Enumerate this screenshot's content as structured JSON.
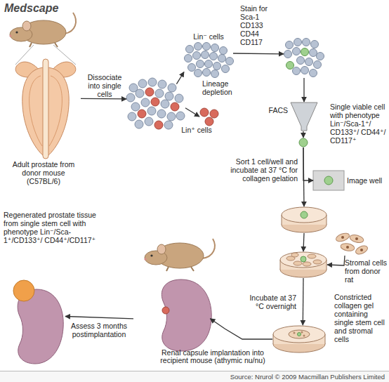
{
  "diagram": {
    "nodes": [
      {
        "text": [
          "Adult prostate from donor mouse (C57BL/6)"
        ]
      },
      {
        "text": []
      },
      {
        "text": [
          "Lin⁻ cells"
        ]
      },
      {
        "text": [
          "Lin⁺ cells"
        ]
      },
      {
        "text": []
      },
      {
        "text": [
          "FACS"
        ]
      },
      {
        "text": [
          "Single viable cell with phenotype Lin⁻/Sca-1⁺/ CD133⁺/ CD44⁺/ CD117⁺"
        ]
      },
      {
        "text": [
          "Image well"
        ]
      },
      {
        "text": []
      },
      {
        "text": [
          "Stromal cells from donor rat"
        ]
      },
      {
        "text": []
      },
      {
        "text": [
          "Constricted collagen gel containing single stem cell and stromal cells"
        ]
      },
      {
        "text": []
      },
      {
        "text": [
          "Regenerated prostate tissue from single stem cell with phenotype Lin⁻/Sca-1⁺/CD133⁺/ CD44⁺/CD117⁺"
        ]
      }
    ],
    "edges": [
      {
        "from": 0,
        "to": 1,
        "arrow": "to",
        "label": "Dissociate into single cells"
      },
      {
        "from": 1,
        "to": 2,
        "arrow": "to",
        "label": "Lineage depletion"
      },
      {
        "from": 1,
        "to": 3,
        "arrow": "to"
      },
      {
        "from": 2,
        "to": 4,
        "arrow": "to",
        "label": "Stain for Sca-1 CD133 CD44 CD117"
      },
      {
        "from": 4,
        "to": 5,
        "arrow": "to"
      },
      {
        "from": 5,
        "to": 6,
        "arrow": "to"
      },
      {
        "from": 6,
        "to": 8,
        "arrow": "to",
        "label": "Sort 1 cell/well and incubate at 37 °C for collagen gelation"
      },
      {
        "from": 6,
        "to": 7,
        "arrow": "to"
      },
      {
        "from": 8,
        "to": 10,
        "arrow": "to"
      },
      {
        "from": 9,
        "to": 10,
        "arrow": "to"
      },
      {
        "from": 10,
        "to": 11,
        "arrow": "to",
        "label": "Incubate at 37 °C overnight"
      },
      {
        "from": 11,
        "to": 12,
        "arrow": "to",
        "label": "Renal capsule implantation into recipient mouse (athymic nu/nu)"
      },
      {
        "from": 12,
        "to": 13,
        "arrow": "to",
        "label": "Assess 3 months postimplantation"
      }
    ],
    "labels": [
      "Medscape",
      "Source: Nrurol © 2009 Macmillan Publishers Limited"
    ]
  }
}
